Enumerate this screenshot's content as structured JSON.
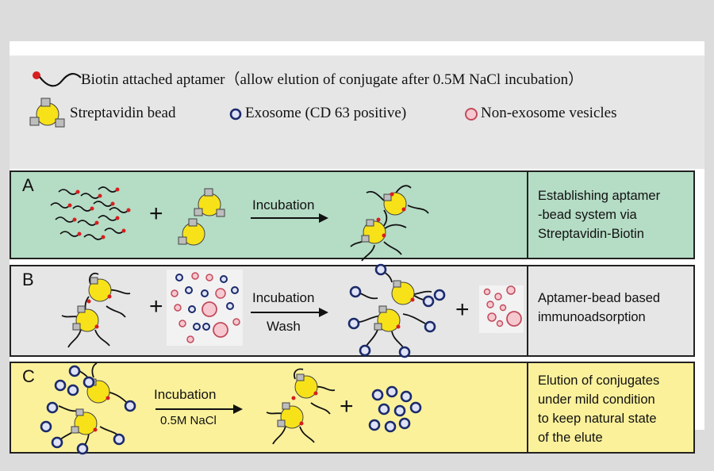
{
  "legend": {
    "aptamer": "Biotin attached aptamer（allow elution of conjugate after 0.5M NaCl incubation）",
    "bead": "Streptavidin bead",
    "exosome": "Exosome (CD 63 positive)",
    "nonexosome": "Non-exosome vesicles"
  },
  "panels": [
    {
      "letter": "A",
      "arrow_top": "Incubation",
      "arrow_bottom": "",
      "description": [
        "Establishing aptamer",
        "-bead system via",
        "Streptavidin-Biotin"
      ]
    },
    {
      "letter": "B",
      "arrow_top": "Incubation",
      "arrow_bottom": "Wash",
      "description": [
        "Aptamer-bead based",
        "immunoadsorption"
      ]
    },
    {
      "letter": "C",
      "arrow_top": "Incubation",
      "arrow_bottom": "0.5M NaCl",
      "description": [
        "Elution of conjugates",
        "under mild condition",
        "to keep natural state",
        "of the elute"
      ]
    }
  ],
  "symbols": {
    "plus": "+"
  },
  "colors": {
    "panel_a": "#b5dcc5",
    "panel_b": "#e6e6e6",
    "panel_c": "#fbf19b",
    "legend_bg": "#e6e6e6",
    "bead": "#f7e21a",
    "exosome_ring": "#1b2a6b",
    "exosome_fill": "#dfe3f5",
    "vesicle_ring": "#c24a5c",
    "vesicle_fill": "#f6c9d0",
    "biotin": "#d81e1e"
  }
}
